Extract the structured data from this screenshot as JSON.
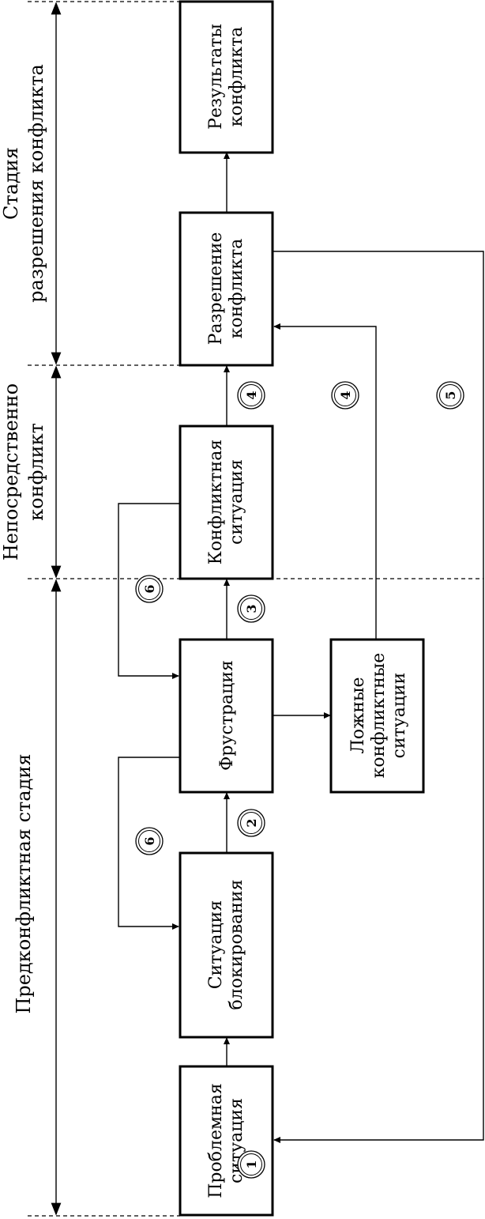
{
  "stages": {
    "preconflict": "Предконфликтная стадия",
    "direct": [
      "Непосредственно",
      "конфликт"
    ],
    "resolution": [
      "Стадия",
      "разрешения конфликта"
    ]
  },
  "boxes": {
    "problem": [
      "Проблемная",
      "ситуация"
    ],
    "blocking": [
      "Ситуация",
      "блокирования"
    ],
    "frustration": [
      "Фрустрация"
    ],
    "false_situations": [
      "Ложные",
      "конфликтные",
      "ситуации"
    ],
    "conflict_situation": [
      "Конфликтная",
      "ситуация"
    ],
    "resolution": [
      "Разрешение",
      "конфликта"
    ],
    "results": [
      "Результаты",
      "конфликта"
    ]
  },
  "markers": {
    "m1": "1",
    "m2": "2",
    "m3": "3",
    "m4a": "4",
    "m4b": "4",
    "m5": "5",
    "m6a": "6",
    "m6b": "6"
  }
}
